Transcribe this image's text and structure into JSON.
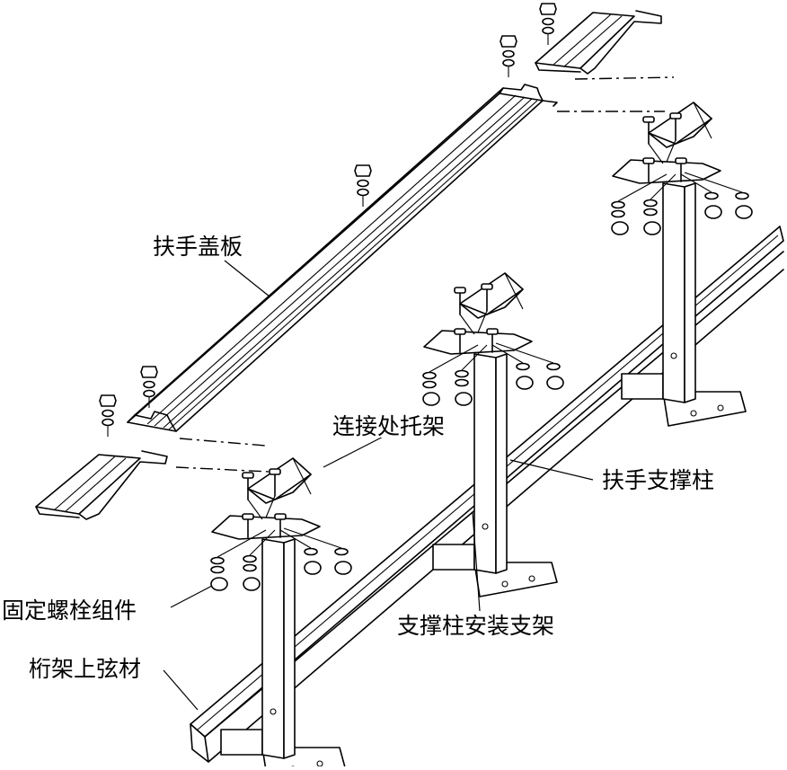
{
  "labels": {
    "handrail_cover": "扶手盖板",
    "joint_bracket": "连接处托架",
    "handrail_post": "扶手支撑柱",
    "bolt_assembly": "固定螺栓组件",
    "post_mount_bracket": "支撑柱安装支架",
    "truss_top_chord": "桁架上弦材"
  },
  "colors": {
    "line": "#000000",
    "background": "#ffffff"
  }
}
